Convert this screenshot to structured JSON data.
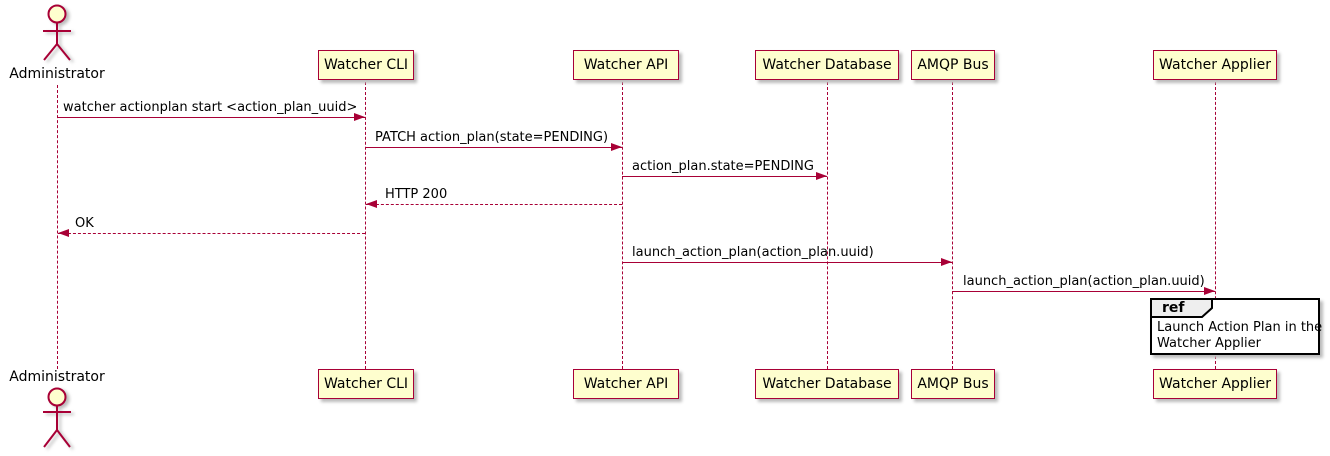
{
  "colors": {
    "accent": "#A80036",
    "participant_fill": "#FEFECE",
    "ref_header_fill": "#EEEEEE",
    "ref_border": "#000000",
    "text": "#000000"
  },
  "actor": {
    "name": "Administrator"
  },
  "participants": [
    {
      "name": "Watcher CLI"
    },
    {
      "name": "Watcher API"
    },
    {
      "name": "Watcher Database"
    },
    {
      "name": "AMQP Bus"
    },
    {
      "name": "Watcher Applier"
    }
  ],
  "messages": [
    {
      "from": "Administrator",
      "to": "Watcher CLI",
      "label": "watcher actionplan start <action_plan_uuid>",
      "style": "solid"
    },
    {
      "from": "Watcher CLI",
      "to": "Watcher API",
      "label": "PATCH action_plan(state=PENDING)",
      "style": "solid"
    },
    {
      "from": "Watcher API",
      "to": "Watcher Database",
      "label": "action_plan.state=PENDING",
      "style": "solid"
    },
    {
      "from": "Watcher API",
      "to": "Watcher CLI",
      "label": "HTTP 200",
      "style": "dashed"
    },
    {
      "from": "Watcher CLI",
      "to": "Administrator",
      "label": "OK",
      "style": "dashed"
    },
    {
      "from": "Watcher API",
      "to": "AMQP Bus",
      "label": "launch_action_plan(action_plan.uuid)",
      "style": "solid"
    },
    {
      "from": "AMQP Bus",
      "to": "Watcher Applier",
      "label": "launch_action_plan(action_plan.uuid)",
      "style": "solid"
    }
  ],
  "ref": {
    "keyword": "ref",
    "over": "Watcher Applier",
    "lines": [
      "Launch Action Plan in the",
      "Watcher Applier"
    ]
  }
}
